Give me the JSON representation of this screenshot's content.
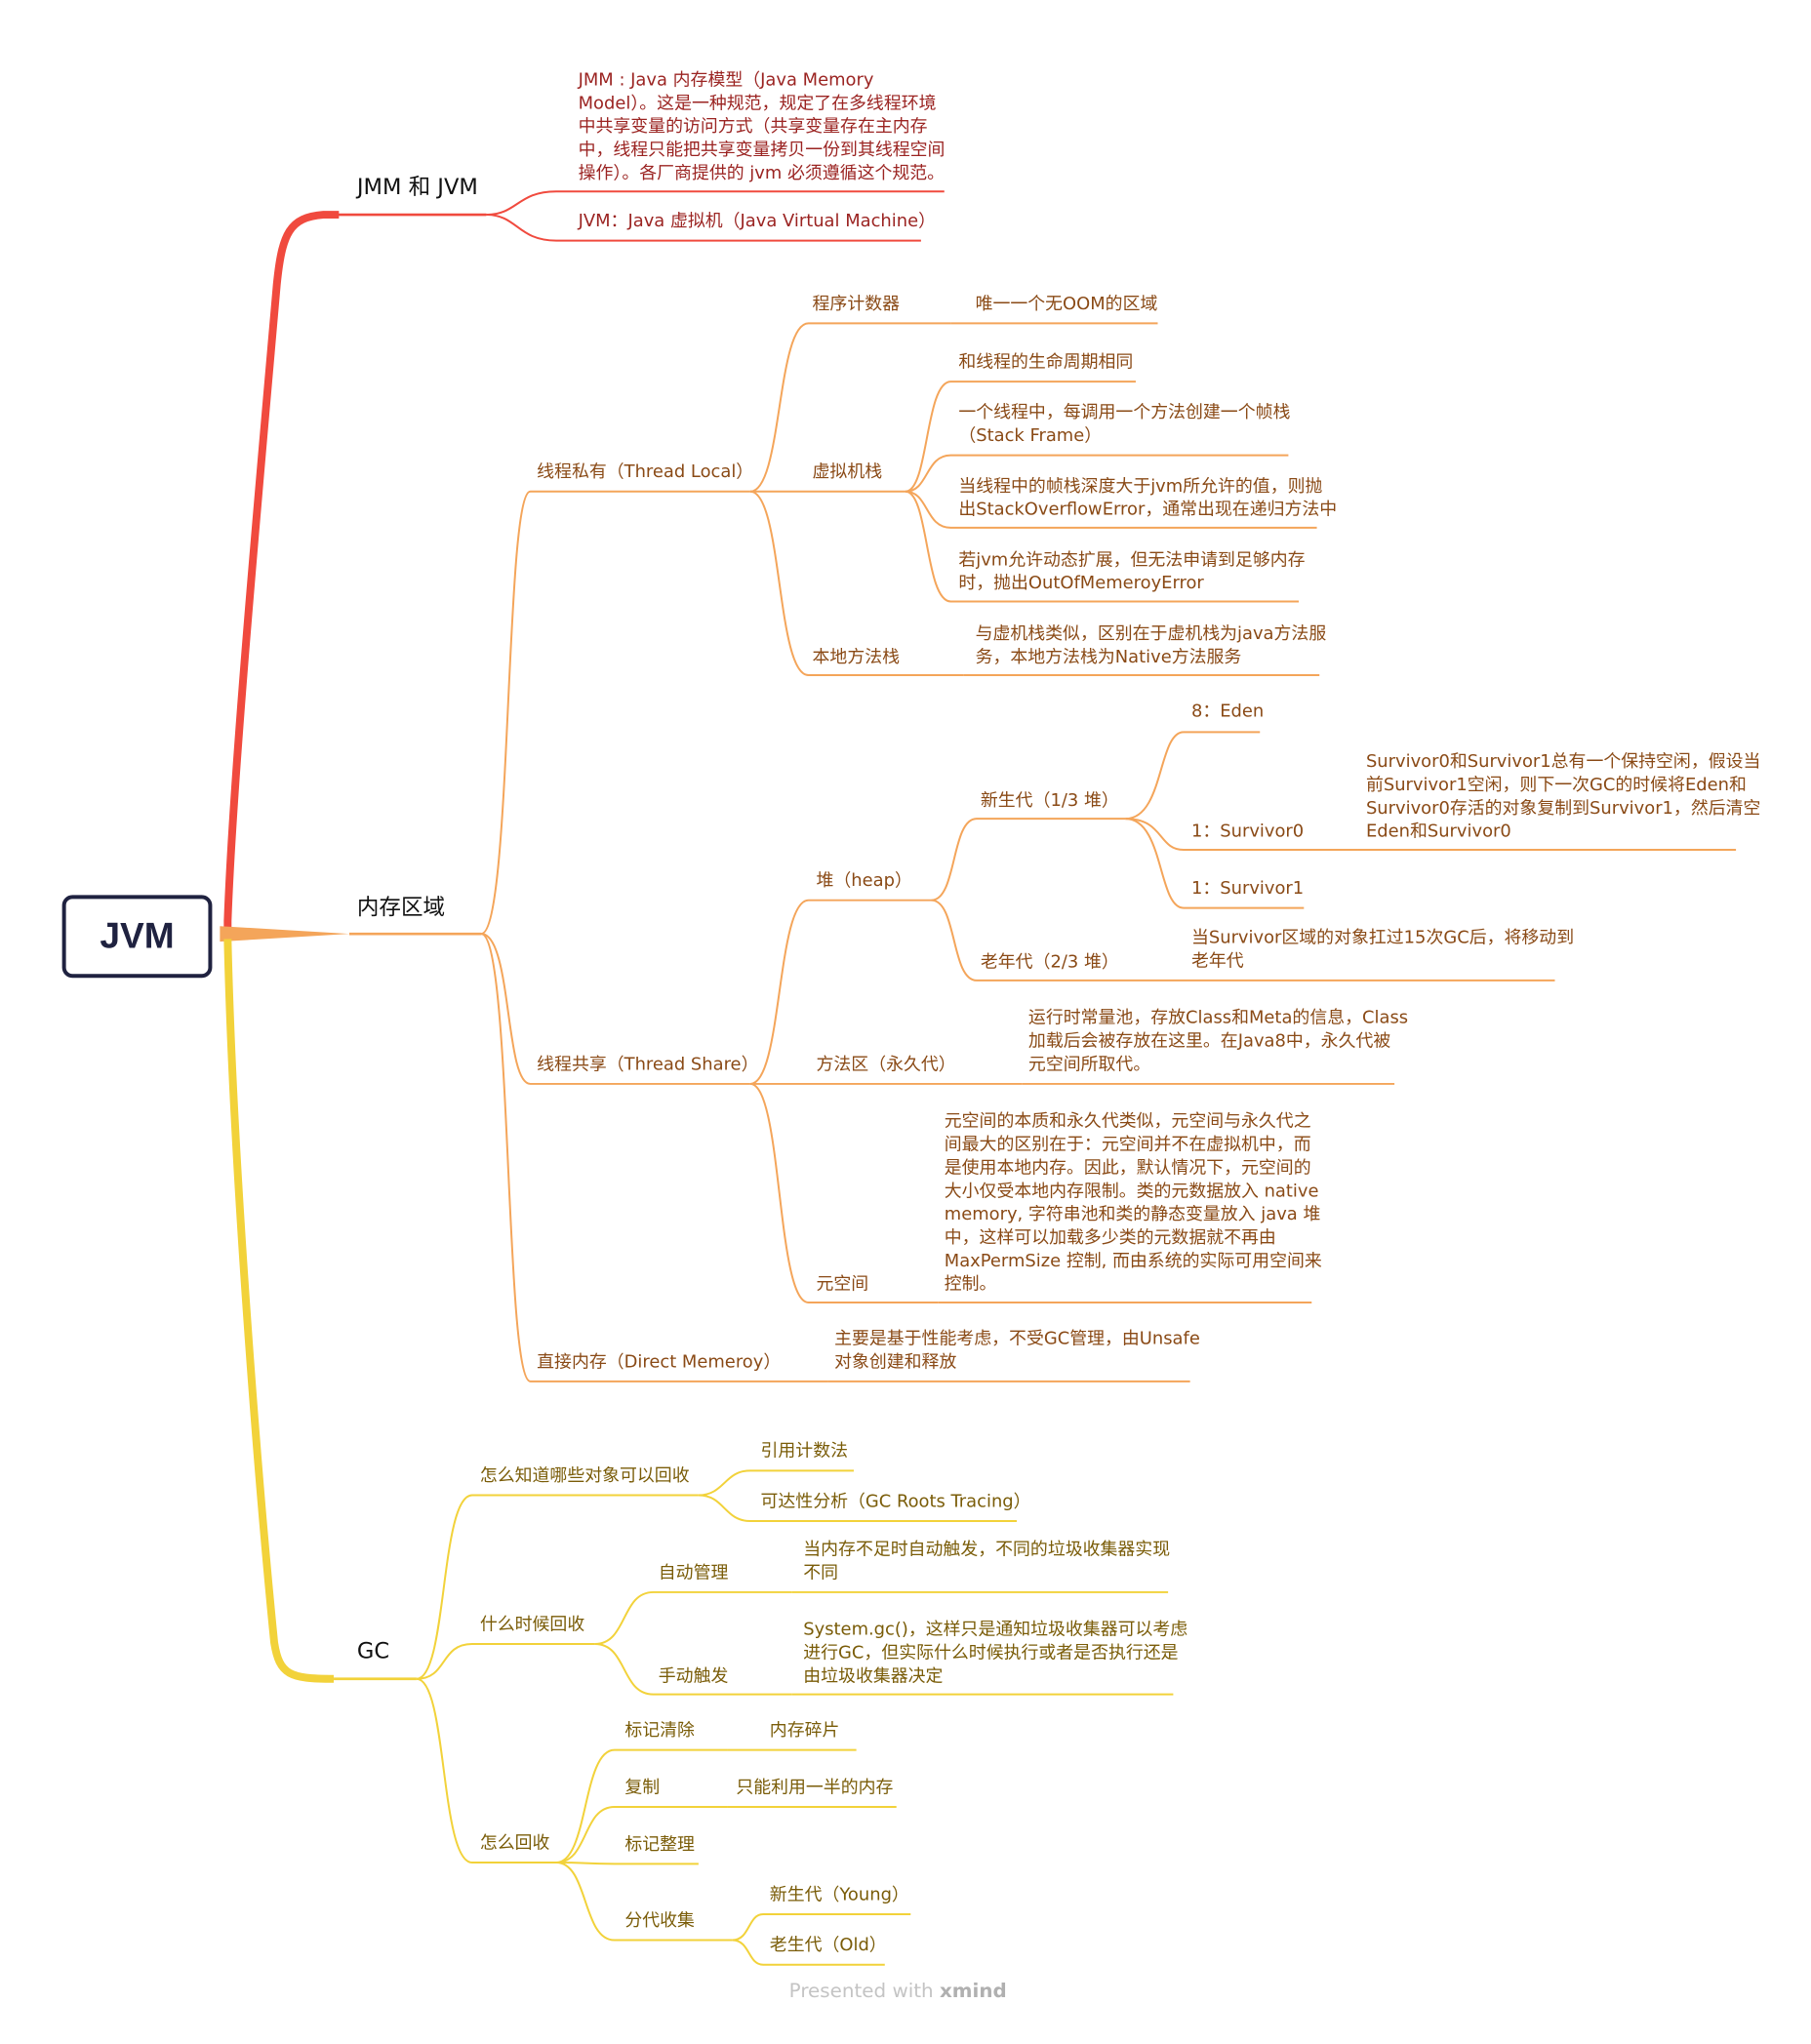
{
  "root": {
    "label": "JVM"
  },
  "colors": {
    "red": "#f04a3e",
    "orange": "#f4a55a",
    "yellow": "#f2d23a",
    "root_border": "#1f2240"
  },
  "jmm_jvm": {
    "label": "JMM 和 JVM",
    "jmm": "JMM : Java 内存模型（Java Memory\nModel）。这是一种规范，规定了在多线程环境\n中共享变量的访问方式（共享变量存在主内存\n中，线程只能把共享变量拷贝一份到其线程空间\n操作）。各厂商提供的 jvm 必须遵循这个规范。",
    "jvm": "JVM：Java 虚拟机（Java Virtual Machine）"
  },
  "memory": {
    "label": "内存区域",
    "thread_local": {
      "label": "线程私有（Thread Local）",
      "pc": {
        "label": "程序计数器",
        "desc": "唯一一个无OOM的区域"
      },
      "vm_stack": {
        "label": "虚拟机栈",
        "items": [
          "和线程的生命周期相同",
          "一个线程中，每调用一个方法创建一个帧栈\n（Stack Frame）",
          "当线程中的帧栈深度大于jvm所允许的值，则抛\n出StackOverflowError，通常出现在递归方法中",
          "若jvm允许动态扩展，但无法申请到足够内存\n时，抛出OutOfMemeroyError"
        ]
      },
      "native_stack": {
        "label": "本地方法栈",
        "desc": "与虚机栈类似，区别在于虚机栈为java方法服\n务，本地方法栈为Native方法服务"
      }
    },
    "thread_share": {
      "label": "线程共享（Thread Share）",
      "heap": {
        "label": "堆（heap）",
        "young": {
          "label": "新生代（1/3 堆）",
          "eden": "8：Eden",
          "survivor0": {
            "label": "1：Survivor0",
            "desc": "Survivor0和Survivor1总有一个保持空闲，假设当\n前Survivor1空闲，则下一次GC的时候将Eden和\nSurvivor0存活的对象复制到Survivor1，然后清空\nEden和Survivor0"
          },
          "survivor1": "1：Survivor1"
        },
        "old": {
          "label": "老年代（2/3 堆）",
          "desc": "当Survivor区域的对象扛过15次GC后，将移动到\n老年代"
        }
      },
      "method_area": {
        "label": "方法区（永久代）",
        "desc": "运行时常量池，存放Class和Meta的信息，Class\n加载后会被存放在这里。在Java8中，永久代被\n元空间所取代。"
      },
      "metaspace": {
        "label": "元空间",
        "desc": "元空间的本质和永久代类似，元空间与永久代之\n间最大的区别在于：元空间并不在虚拟机中，而\n是使用本地内存。因此，默认情况下，元空间的\n大小仅受本地内存限制。类的元数据放入 native\nmemory, 字符串池和类的静态变量放入 java 堆\n中，这样可以加载多少类的元数据就不再由\nMaxPermSize 控制, 而由系统的实际可用空间来\n控制。"
      }
    },
    "direct": {
      "label": "直接内存（Direct Memeroy）",
      "desc": "主要是基于性能考虑，不受GC管理，由Unsafe\n对象创建和释放"
    }
  },
  "gc": {
    "label": "GC",
    "which": {
      "label": "怎么知道哪些对象可以回收",
      "items": [
        "引用计数法",
        "可达性分析（GC Roots Tracing）"
      ]
    },
    "when": {
      "label": "什么时候回收",
      "auto": {
        "label": "自动管理",
        "desc": "当内存不足时自动触发，不同的垃圾收集器实现\n不同"
      },
      "manual": {
        "label": "手动触发",
        "desc": "System.gc()，这样只是通知垃圾收集器可以考虑\n进行GC，但实际什么时候执行或者是否执行还是\n由垃圾收集器决定"
      }
    },
    "how": {
      "label": "怎么回收",
      "mark_sweep": {
        "label": "标记清除",
        "desc": "内存碎片"
      },
      "copy": {
        "label": "复制",
        "desc": "只能利用一半的内存"
      },
      "mark_compact": {
        "label": "标记整理"
      },
      "generational": {
        "label": "分代收集",
        "items": [
          "新生代（Young）",
          "老生代（Old）"
        ]
      }
    }
  },
  "footer": {
    "prefix": "Presented with ",
    "brand": "xmind"
  }
}
